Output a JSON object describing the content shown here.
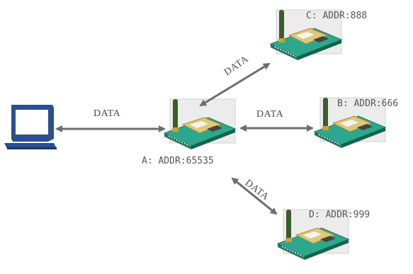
{
  "diagram": {
    "nodes": {
      "a": {
        "label": "A: ADDR:65535"
      },
      "b": {
        "label": "B: ADDR:666"
      },
      "c": {
        "label": "C: ADDR:888"
      },
      "d": {
        "label": "D: ADDR:999"
      }
    },
    "links": {
      "pc_a": {
        "label": "DATA"
      },
      "a_b": {
        "label": "DATA"
      },
      "a_c": {
        "label": "DATA"
      },
      "a_d": {
        "label": "DATA"
      }
    }
  },
  "colors": {
    "arrow": "#6e6e6e",
    "board": "#2ca88e",
    "board_edge": "#1b7a63",
    "module": "#e0c87a",
    "antenna": "#3a5d2a",
    "computer": "#2b4f8f",
    "screen": "#ffffff"
  },
  "icons": {
    "computer": "desktop-computer-icon",
    "module": "radio-module-icon"
  }
}
